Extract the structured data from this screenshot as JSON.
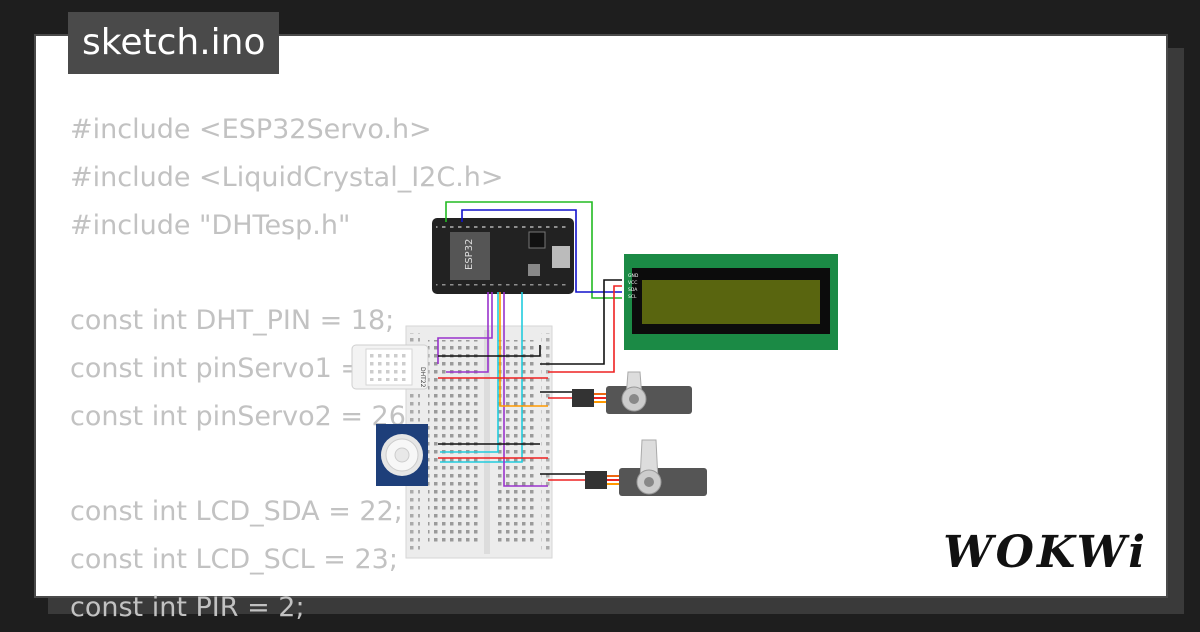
{
  "tab": {
    "title": "sketch.ino"
  },
  "code": {
    "lines": [
      "#include <ESP32Servo.h>",
      "#include <LiquidCrystal_I2C.h>",
      "#include \"DHTesp.h\"",
      "",
      "const int DHT_PIN = 18;",
      "const int pinServo1 = 25;",
      "const int pinServo2 = 26;",
      "",
      "const int LCD_SDA = 22;",
      "const int LCD_SCL = 23;",
      "const int PIR = 2;"
    ]
  },
  "diagram": {
    "esp32_label": "ESP32",
    "dht_label": "DHT22",
    "lcd_pins": [
      "GND",
      "VCC",
      "SDA",
      "SCL"
    ]
  },
  "brand": {
    "logo": "WOKWi"
  },
  "colors": {
    "lcd_board": "#1b8a45",
    "lcd_screen": "#59650f",
    "esp_board": "#222222",
    "wire_green": "#22bb22",
    "wire_blue": "#1111cc",
    "wire_cyan": "#22ccdd",
    "wire_purple": "#9933cc",
    "wire_red": "#ee2222",
    "wire_orange": "#ff9900"
  }
}
